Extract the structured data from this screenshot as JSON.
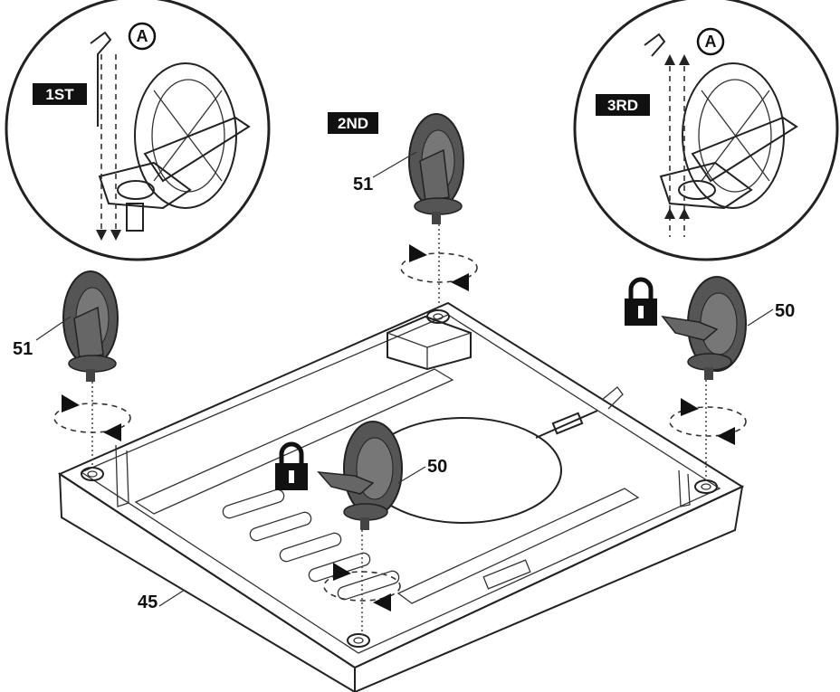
{
  "detail_left": {
    "step_tag": "1ST",
    "circle_letter": "A"
  },
  "detail_right": {
    "step_tag": "3RD",
    "circle_letter": "A"
  },
  "center_step_tag": "2ND",
  "callouts": {
    "caster_top_center": "51",
    "caster_left": "51",
    "caster_right": "50",
    "caster_center": "50",
    "base": "45"
  },
  "colors": {
    "ink": "#222222",
    "caster_fill": "#555555",
    "tag_bg": "#111111"
  },
  "icons": [
    "lock-icon",
    "rotation-arrow-icon",
    "caster-wheel-icon"
  ]
}
